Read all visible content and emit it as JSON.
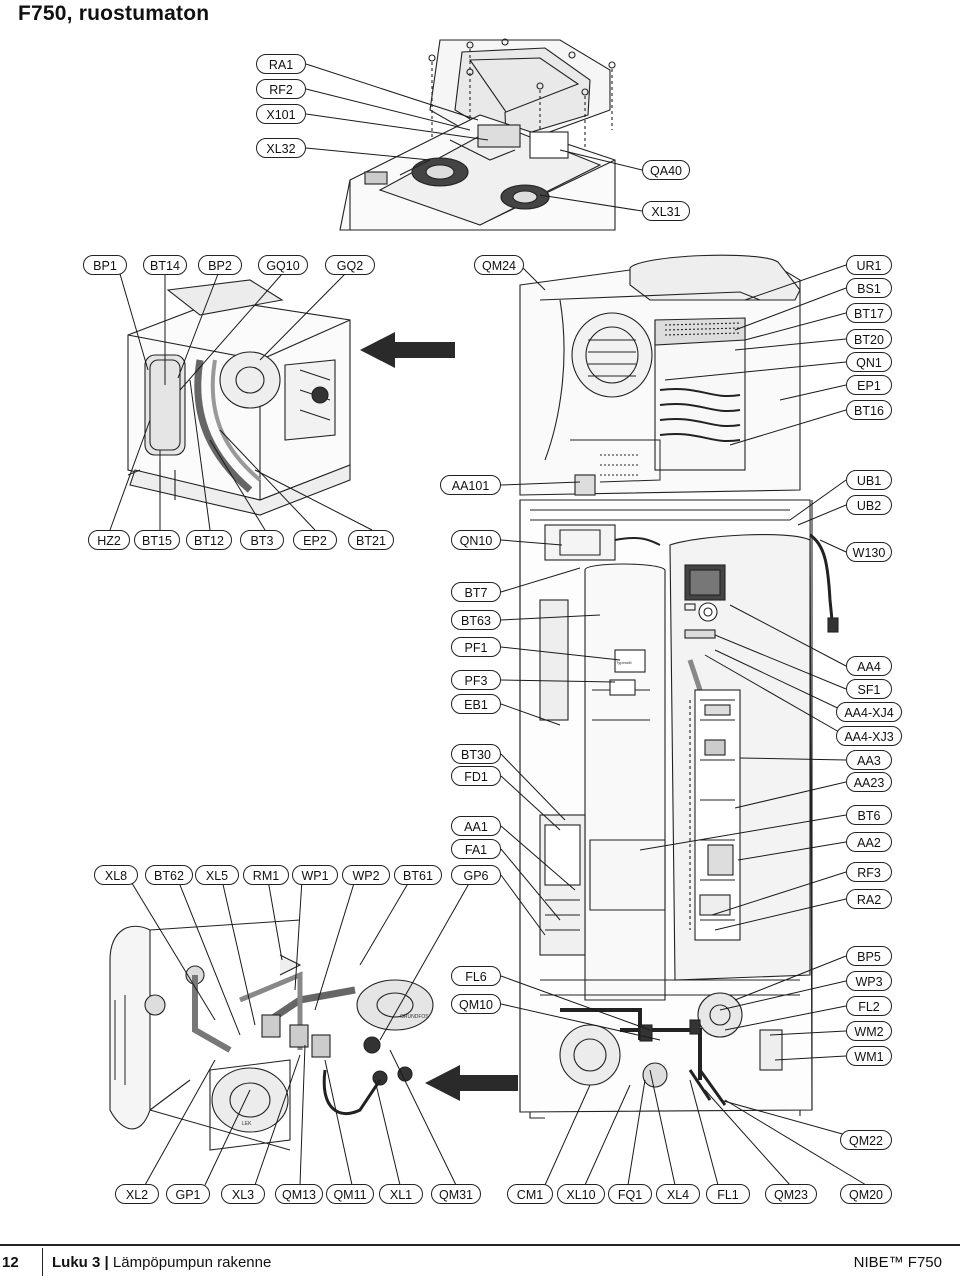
{
  "page": {
    "title": "F750, ruostumaton",
    "page_number": "12",
    "chapter_label": "Luku 3",
    "chapter_separator": "|",
    "chapter_title": "Lämpöpumpun rakenne",
    "brand": "NIBE™ F750"
  },
  "labels": {
    "RA1": "RA1",
    "RF2": "RF2",
    "X101": "X101",
    "XL32": "XL32",
    "QA40": "QA40",
    "XL31": "XL31",
    "BP1": "BP1",
    "BT14": "BT14",
    "BP2": "BP2",
    "GQ10": "GQ10",
    "GQ2": "GQ2",
    "QM24": "QM24",
    "UR1": "UR1",
    "BS1": "BS1",
    "BT17": "BT17",
    "BT20": "BT20",
    "QN1": "QN1",
    "EP1": "EP1",
    "BT16": "BT16",
    "AA101": "AA101",
    "UB1": "UB1",
    "UB2": "UB2",
    "HZ2": "HZ2",
    "BT15": "BT15",
    "BT12": "BT12",
    "BT3": "BT3",
    "EP2": "EP2",
    "BT21": "BT21",
    "QN10": "QN10",
    "W130": "W130",
    "BT7": "BT7",
    "BT63": "BT63",
    "PF1": "PF1",
    "PF3": "PF3",
    "EB1": "EB1",
    "AA4": "AA4",
    "SF1": "SF1",
    "AA4_XJ4": "AA4-XJ4",
    "AA4_XJ3": "AA4-XJ3",
    "BT30": "BT30",
    "FD1": "FD1",
    "AA3": "AA3",
    "AA23": "AA23",
    "BT6": "BT6",
    "AA1": "AA1",
    "FA1": "FA1",
    "AA2": "AA2",
    "XL8": "XL8",
    "BT62": "BT62",
    "XL5": "XL5",
    "RM1": "RM1",
    "WP1": "WP1",
    "WP2": "WP2",
    "BT61": "BT61",
    "GP6": "GP6",
    "RF3": "RF3",
    "RA2": "RA2",
    "BP5": "BP5",
    "WP3": "WP3",
    "FL6": "FL6",
    "QM10": "QM10",
    "FL2": "FL2",
    "WM2": "WM2",
    "WM1": "WM1",
    "QM22": "QM22",
    "XL2": "XL2",
    "GP1": "GP1",
    "XL3": "XL3",
    "QM13": "QM13",
    "QM11": "QM11",
    "XL1": "XL1",
    "QM31": "QM31",
    "CM1": "CM1",
    "XL10": "XL10",
    "FQ1": "FQ1",
    "XL4": "XL4",
    "FL1": "FL1",
    "QM23": "QM23",
    "QM20": "QM20"
  },
  "drawing_text": {
    "pump_brand": "GRUNDFOS",
    "pump_brand_small": "LEK",
    "panel_tag": "Typeskilt"
  }
}
